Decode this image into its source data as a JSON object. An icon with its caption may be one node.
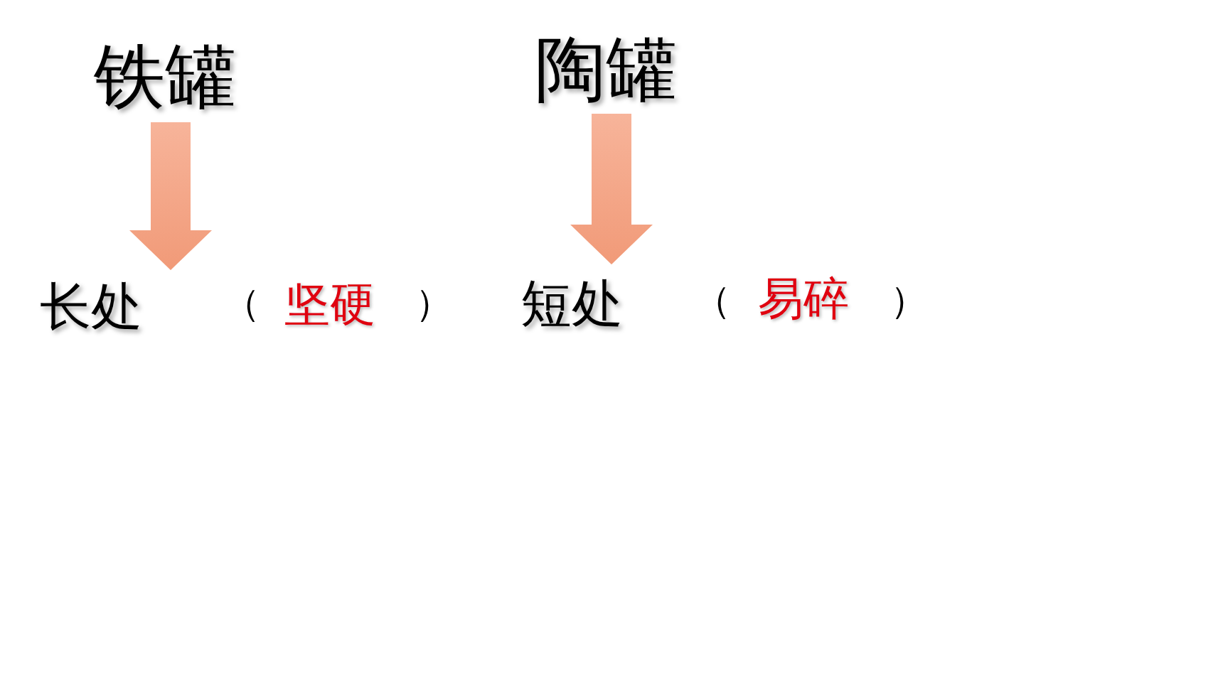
{
  "diagram": {
    "nodes": [
      {
        "text": [
          "铁罐"
        ]
      },
      {
        "text": [
          "长处"
        ]
      },
      {
        "text": [
          "陶罐"
        ]
      },
      {
        "text": [
          "短处"
        ]
      }
    ],
    "edges": [
      {
        "from": 0,
        "to": 1,
        "arrow": "to"
      },
      {
        "from": 2,
        "to": 3,
        "arrow": "to"
      }
    ],
    "labels": [
      "（",
      "坚硬",
      "）",
      "（",
      "易碎",
      "）"
    ]
  }
}
